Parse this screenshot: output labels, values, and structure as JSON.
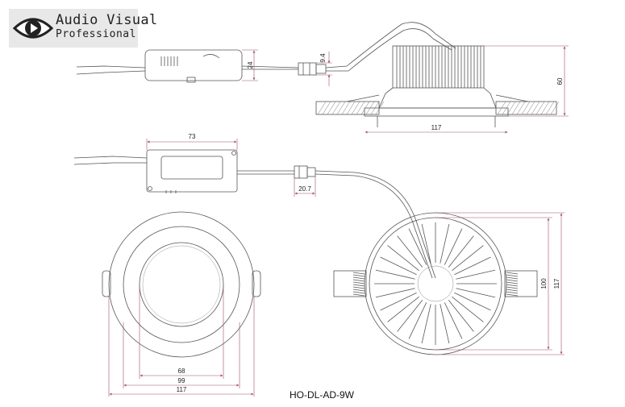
{
  "logo": {
    "line1": "Audio Visual",
    "line2": "Professional",
    "icon": "eye-icon"
  },
  "dimensions": {
    "driver_top_height": "24",
    "connector_height": "9.4",
    "lamp_height": "60",
    "lamp_side_width": "117",
    "driver_width": "73",
    "connector_length": "20.7",
    "front_inner": "68",
    "front_middle": "99",
    "front_outer": "117",
    "rear_inner": "100",
    "rear_outer": "117"
  },
  "model": "HO-DL-AD-9W",
  "colors": {
    "line": "#555555",
    "dimension": "#a05070",
    "logo_bg": "#e8e8e8"
  }
}
